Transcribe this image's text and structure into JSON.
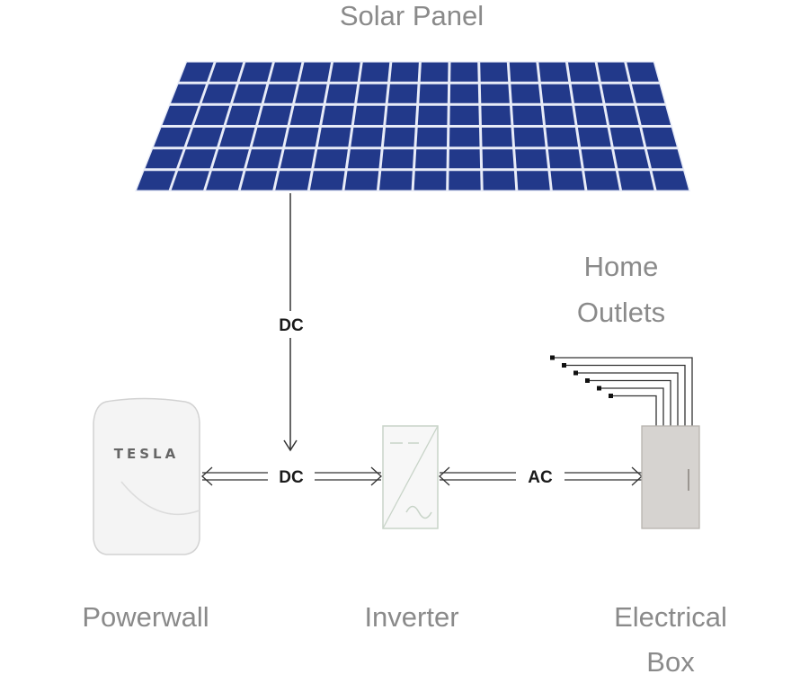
{
  "labels": {
    "solar_panel": "Solar Panel",
    "home_outlets_line1": "Home",
    "home_outlets_line2": "Outlets",
    "powerwall": "Powerwall",
    "inverter": "Inverter",
    "electrical_box_line1": "Electrical",
    "electrical_box_line2": "Box"
  },
  "connections": {
    "panel_to_junction": "DC",
    "powerwall_link": "DC",
    "grid_link": "AC"
  },
  "powerwall_brand": "TESLA",
  "colors": {
    "panel_cell": "#22398a",
    "panel_grid": "#e8ecf8",
    "label_gray": "#8a8a8a",
    "line": "#333333",
    "device_fill": "#f3f3f3",
    "box_fill": "#d6d3d0"
  }
}
